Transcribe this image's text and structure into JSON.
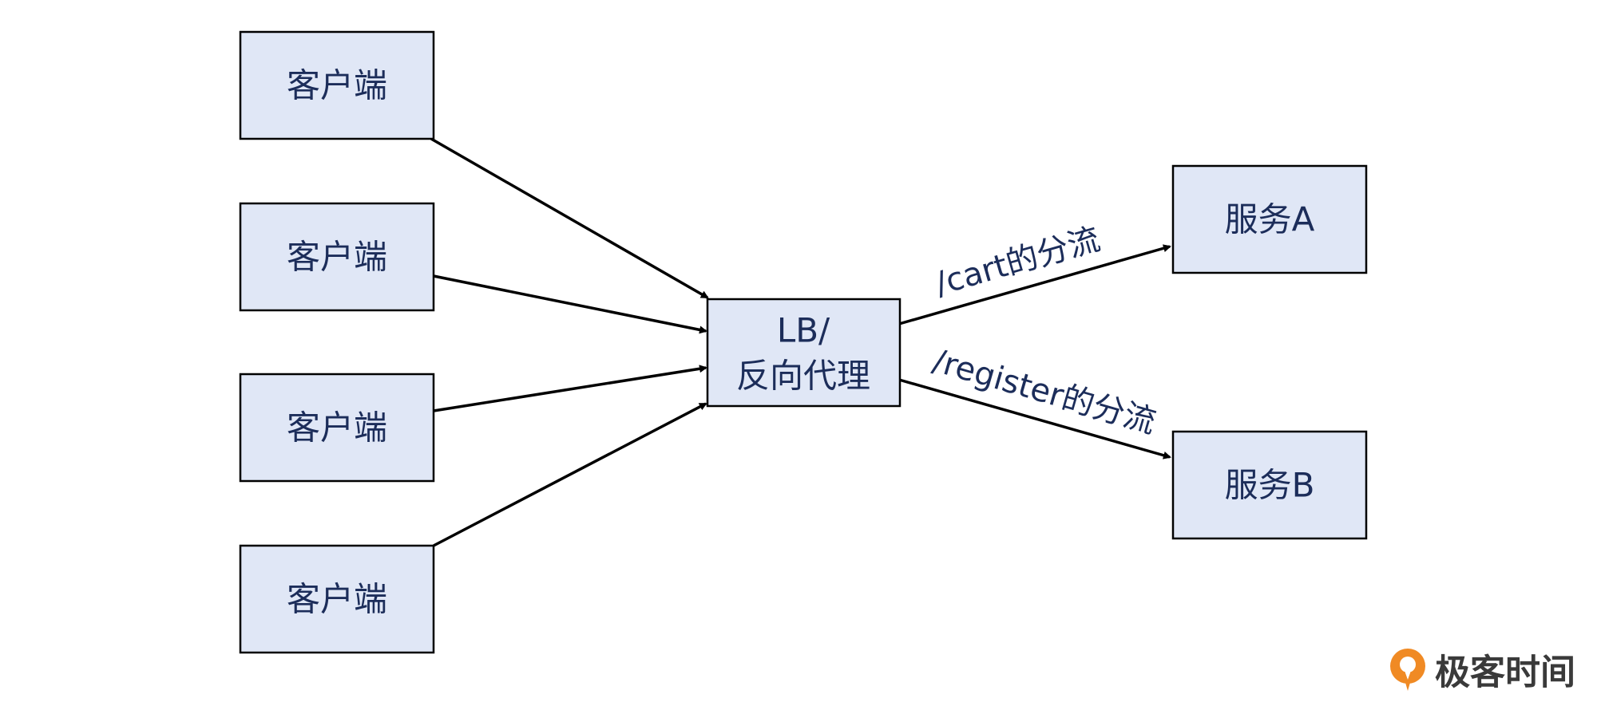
{
  "diagram": {
    "colors": {
      "node_fill": "#e0e7f6",
      "node_border": "#000000",
      "text": "#1c2d5a",
      "arrow": "#000000",
      "logo_accent": "#f08a24"
    },
    "nodes": {
      "client_1": "客户端",
      "client_2": "客户端",
      "client_3": "客户端",
      "client_4": "客户端",
      "proxy_line1": "LB/",
      "proxy_line2": "反向代理",
      "service_a": "服务A",
      "service_b": "服务B"
    },
    "edges": {
      "to_service_a_label": "/cart的分流",
      "to_service_b_label": "/register的分流"
    }
  },
  "logo": {
    "text": "极客时间",
    "icon": "geektime-logo-icon"
  }
}
